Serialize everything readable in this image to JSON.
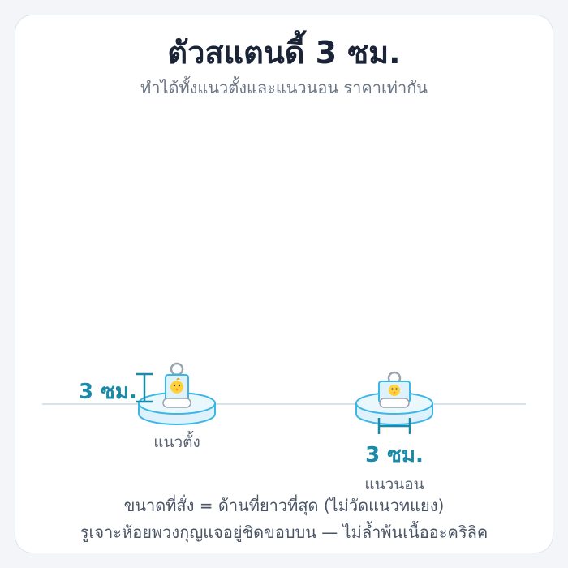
{
  "header": {
    "title": "ตัวสแตนดี้ 3 ซม.",
    "subtitle": "ทำได้ทั้งแนวตั้งและแนวนอน ราคาเท่ากัน"
  },
  "vertical": {
    "dimension_label": "3 ซม.",
    "caption": "แนวตั้ง"
  },
  "horizontal": {
    "dimension_label": "3 ซม.",
    "caption": "แนวนอน"
  },
  "footer": {
    "line1": "ขนาดที่สั่ง = ด้านที่ยาวที่สุด (ไม่วัดแนวทแยง)",
    "line2": "รูเจาะห้อยพวงกุญแจอยู่ชิดขอบบน — ไม่ล้ำพ้นเนื้ออะคริลิค"
  },
  "colors": {
    "accent": "#1b8aa8",
    "acrylic_fill": "#dff2fb",
    "acrylic_stroke": "#3bb6e6",
    "title": "#1b2436"
  },
  "icons": {
    "character": "chick-character-icon",
    "keyring": "keyring-icon"
  }
}
